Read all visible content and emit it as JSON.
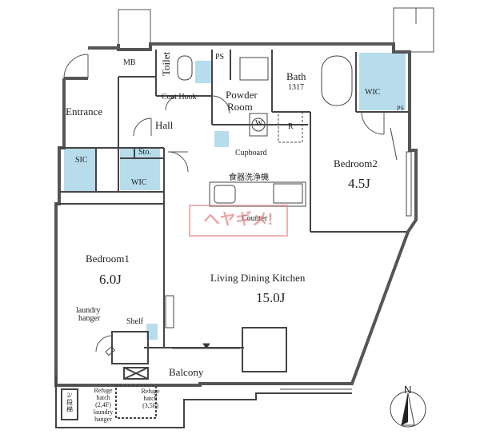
{
  "rooms": {
    "mb": "MB",
    "toilet": "Toilet",
    "ps_top": "PS",
    "bath": "Bath",
    "bath_size": "1317",
    "wic_right": "WIC",
    "ps_right": "PS",
    "entrance": "Entrance",
    "coat_hook": "Coat Hook",
    "powder_room_1": "Powder",
    "powder_room_2": "Room",
    "hall": "Hall",
    "washer": "W",
    "fridge": "R",
    "cupboard": "Cupboard",
    "sto": "Sto.",
    "sic": "SIC",
    "wic_left": "WIC",
    "dishwasher": "食器洗浄機",
    "counter": "Counter",
    "bedroom2": "Bedroom2",
    "bedroom2_size": "4.5J",
    "bedroom1": "Bedroom1",
    "bedroom1_size": "6.0J",
    "ldk": "Living Dining Kitchen",
    "ldk_size": "15.0J",
    "laundry_hanger_1": "laundry",
    "laundry_hanger_2": "hanger",
    "shelf": "Shelf",
    "balcony": "Balcony",
    "refuge_1_l1": "Refuge",
    "refuge_1_l2": "hatch",
    "refuge_1_l3": "(2,4F)",
    "refuge_1_l4": "laundry",
    "refuge_1_l5": "hanger",
    "refuge_2_l1": "Refuge",
    "refuge_2_l2": "hatch",
    "refuge_2_l3": "(3,5F)",
    "ladder_1": "2/",
    "ladder_2": "段",
    "ladder_3": "梯"
  },
  "watermark": "ヘヤギメ!",
  "compass": "N",
  "colors": {
    "wet_area": "#b7dceb",
    "wall": "#6a6a6a",
    "line": "#333333",
    "watermark": "#e07a7a"
  }
}
